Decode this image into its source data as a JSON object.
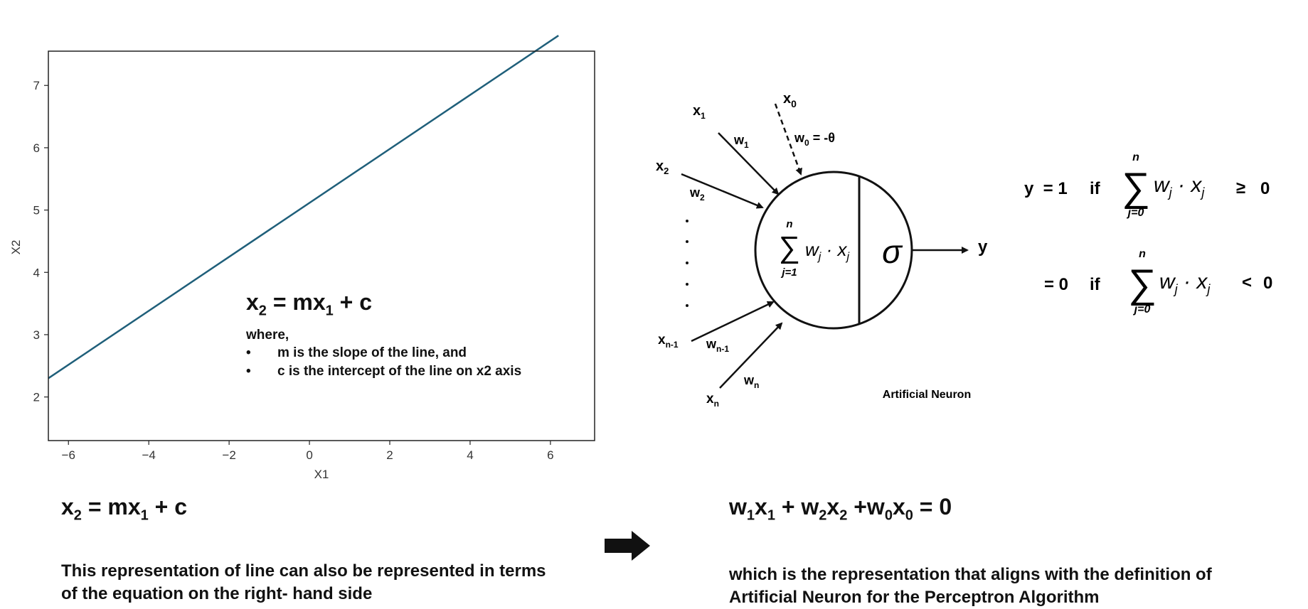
{
  "chart_data": {
    "type": "line",
    "xlabel": "X1",
    "ylabel": "X2",
    "xlim": [
      -6.5,
      7.1
    ],
    "ylim": [
      1.3,
      7.55
    ],
    "xticks": [
      -6,
      -4,
      -2,
      0,
      2,
      4,
      6
    ],
    "yticks": [
      2,
      3,
      4,
      5,
      6,
      7
    ],
    "series": [
      {
        "x": [
          -6.5,
          6.2
        ],
        "y": [
          2.3,
          7.8
        ],
        "color": "#1f5f7a"
      }
    ]
  },
  "plot_annotation": {
    "equation": {
      "lhs": "x",
      "lhs_sub": "2",
      "mid": " = mx",
      "mid_sub": "1",
      "rhs": " + c"
    },
    "where": "where,",
    "bullets": [
      "m is the slope of the line, and",
      "c is the intercept of the line on x2 axis"
    ]
  },
  "neuron": {
    "inputs": {
      "x0": "x",
      "x0_sub": "0",
      "x1": "x",
      "x1_sub": "1",
      "x2": "x",
      "x2_sub": "2",
      "xn1": "x",
      "xn1_sub": "n-1",
      "xn": "x",
      "xn_sub": "n"
    },
    "weights": {
      "w0": "w",
      "w0_sub": "0",
      "w0_suffix": " = -θ",
      "w1": "w",
      "w1_sub": "1",
      "w2": "w",
      "w2_sub": "2",
      "wn1": "w",
      "wn1_sub": "n-1",
      "wn": "w",
      "wn_sub": "n"
    },
    "sum_top": "n",
    "sum_symbol": "∑",
    "sum_bottom": "j=1",
    "sum_body": "w",
    "sum_body_sub": "j",
    "sum_dot": " · x",
    "sum_dot_sub": "j",
    "activation": "σ",
    "output": "y",
    "caption": "Artificial Neuron"
  },
  "rule": {
    "line1": {
      "lhs": "y  = 1",
      "cond": "if",
      "sum_top": "n",
      "sum_symbol": "∑",
      "sum_bottom": "j=0",
      "body": "w",
      "body_sub": "j",
      "dot": " · x",
      "dot_sub": "j",
      "op": "≥",
      "val": "0"
    },
    "line2": {
      "lhs": "= 0",
      "cond": "if",
      "sum_top": "n",
      "sum_symbol": "∑",
      "sum_bottom": "j=0",
      "body": "w",
      "body_sub": "j",
      "dot": " · x",
      "dot_sub": "j",
      "op": "<",
      "val": "0"
    }
  },
  "left_bottom": {
    "eq": {
      "a": "x",
      "a_sub": "2",
      "b": " = mx",
      "b_sub": "1",
      "c": " + c"
    },
    "text": "This representation of line can also be represented in terms of the equation on the right- hand side"
  },
  "right_bottom": {
    "eq": {
      "a": "w",
      "a_sub": "1",
      "b": "x",
      "b_sub": "1",
      "c": " + w",
      "c_sub": "2",
      "d": "x",
      "d_sub": "2",
      "e": " +w",
      "e_sub": "0",
      "f": "x",
      "f_sub": "0",
      "g": " = 0"
    },
    "text": "which is the representation that aligns with the definition of Artificial Neuron for the Perceptron Algorithm"
  }
}
